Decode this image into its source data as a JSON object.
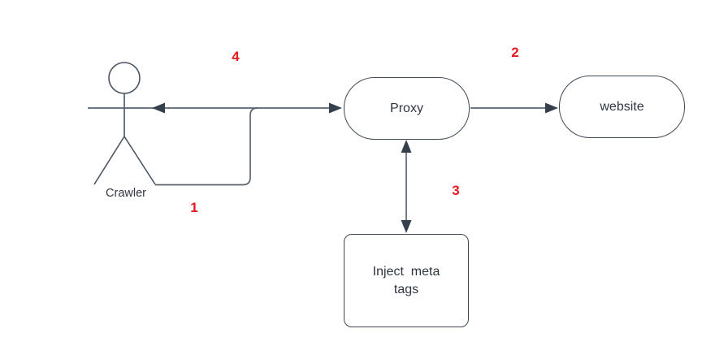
{
  "diagram": {
    "type": "flowchart",
    "description": "Crawler to Proxy to website flow with meta tag injection",
    "background": "#ffffff"
  },
  "nodes": {
    "crawler": {
      "label": "Crawler",
      "shape": "stick-figure"
    },
    "proxy": {
      "label": "Proxy",
      "shape": "rounded-pill"
    },
    "website": {
      "label": "website",
      "shape": "rounded-pill"
    },
    "inject": {
      "label": "Inject  meta tags",
      "line1": "Inject  meta",
      "line2": "tags",
      "shape": "rectangle"
    }
  },
  "steps": {
    "step1": {
      "label": "1",
      "meaning": "Crawler request to Proxy"
    },
    "step2": {
      "label": "2",
      "meaning": "Proxy forwards to website"
    },
    "step3": {
      "label": "3",
      "meaning": "Proxy exchanges with Inject meta tags"
    },
    "step4": {
      "label": "4",
      "meaning": "Proxy response back to Crawler"
    }
  },
  "colors": {
    "shape_stroke": "#3f4a57",
    "line": "#5a6470",
    "arrowhead": "#36404d",
    "text": "#2e3642",
    "step_red": "#e6191e",
    "background": "#ffffff"
  }
}
